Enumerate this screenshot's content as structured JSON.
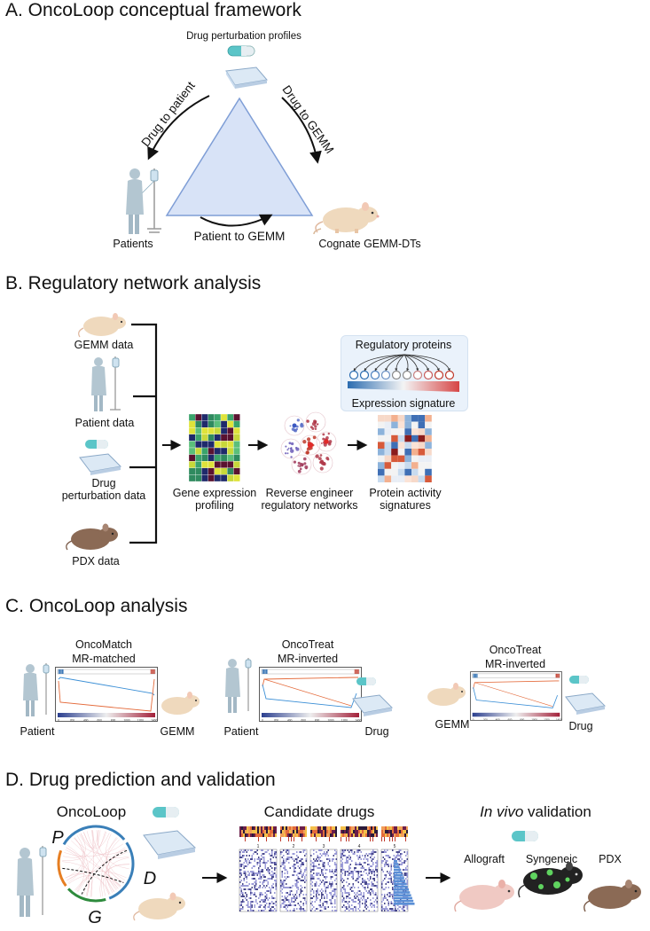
{
  "sectionA": {
    "title": "A. OncoLoop conceptual framework",
    "drug_profiles": "Drug perturbation profiles",
    "drug_to_patient": "Drug to patient",
    "drug_to_gemm": "Drug to GEMM",
    "patient_to_gemm": "Patient to GEMM",
    "patients": "Patients",
    "cognate": "Cognate GEMM-DTs"
  },
  "sectionB": {
    "title": "B. Regulatory network analysis",
    "gemm_data": "GEMM data",
    "patient_data": "Patient data",
    "drug_data_1": "Drug",
    "drug_data_2": "perturbation data",
    "pdx_data": "PDX data",
    "gene_expr_1": "Gene expression",
    "gene_expr_2": "profiling",
    "reverse_1": "Reverse engineer",
    "reverse_2": "regulatory networks",
    "protein_1": "Protein activity",
    "protein_2": "signatures",
    "reg_proteins": "Regulatory proteins",
    "expr_signature": "Expression signature"
  },
  "sectionC": {
    "title": "C. OncoLoop analysis",
    "panels": [
      {
        "title1": "OncoMatch",
        "title2": "MR-matched",
        "left": "Patient",
        "right": "GEMM"
      },
      {
        "title1": "OncoTreat",
        "title2": "MR-inverted",
        "left": "Patient",
        "right": "Drug"
      },
      {
        "title1": "OncoTreat",
        "title2": "MR-inverted",
        "left": "GEMM",
        "right": "Drug"
      }
    ],
    "xticks": [
      "0",
      "200",
      "400",
      "600",
      "800",
      "1000",
      "1200",
      "1400"
    ]
  },
  "sectionD": {
    "title": "D. Drug prediction and validation",
    "oncoloop": "OncoLoop",
    "p": "P",
    "d": "D",
    "g": "G",
    "candidate": "Candidate drugs",
    "clusters": [
      "1",
      "2",
      "3",
      "4",
      "5"
    ],
    "invivo_italic": "In vivo",
    "invivo_rest": " validation",
    "allograft": "Allograft",
    "syngeneic": "Syngeneic",
    "pdx": "PDX"
  },
  "colors": {
    "triangle_fill": "#d8e3f7",
    "triangle_stroke": "#7f9ed6",
    "capsule": "#5bc5c8",
    "plate": "#dce9f5",
    "mouse": "#efd9bd",
    "pdx_mouse": "#8b6a55",
    "patient": "#b3c6d1",
    "heat_blue": "#2b5fa8",
    "heat_red": "#c0392b"
  }
}
